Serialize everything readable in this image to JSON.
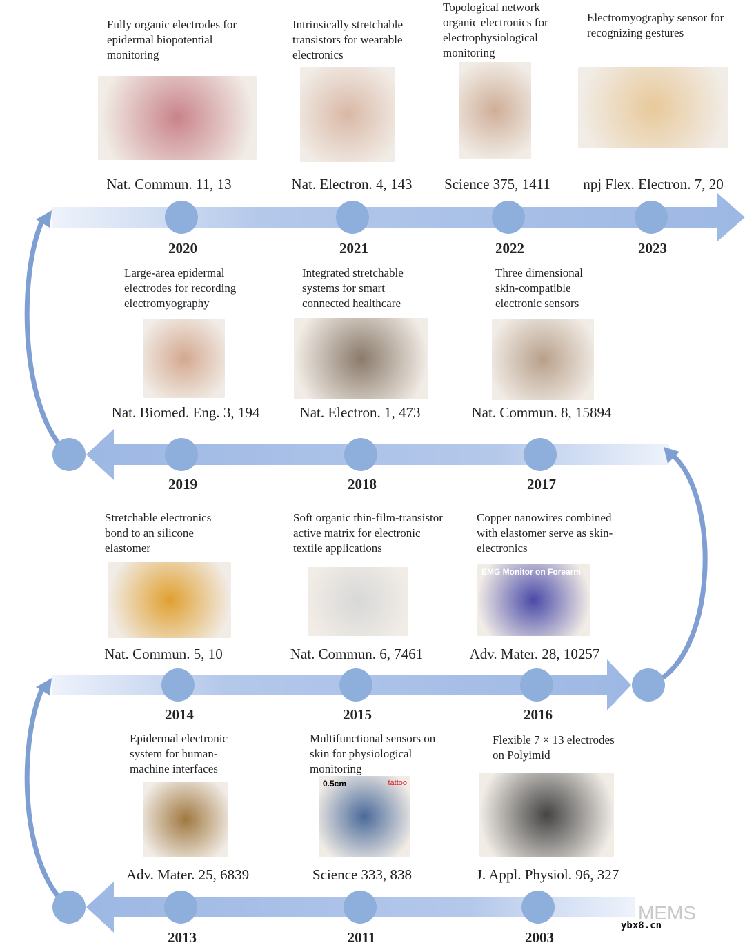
{
  "entries": [
    {
      "year": "2020",
      "caption": "Fully organic electrodes for epidermal biopotential monitoring",
      "ref": "Nat. Commun. 11, 13",
      "color": "#c9838a"
    },
    {
      "year": "2021",
      "caption": "Intrinsically stretchable transistors for wearable electronics",
      "ref": "Nat. Electron. 4, 143",
      "color": "#d9b8a6"
    },
    {
      "year": "2022",
      "caption": "Topological network organic electronics for electrophysiological monitoring",
      "ref": "Science 375, 1411",
      "color": "#cfae98"
    },
    {
      "year": "2023",
      "caption": "Electromyography sensor for recognizing gestures",
      "ref": "npj Flex. Electron. 7, 20",
      "color": "#e8c99a"
    },
    {
      "year": "2019",
      "caption": "Large-area epidermal electrodes for recording electromyography",
      "ref": "Nat. Biomed. Eng. 3, 194",
      "color": "#d4a890"
    },
    {
      "year": "2018",
      "caption": "Integrated stretchable systems for smart connected healthcare",
      "ref": "Nat. Electron. 1, 473",
      "color": "#8a7a6a"
    },
    {
      "year": "2017",
      "caption": "Three dimensional skin-compatible electronic sensors",
      "ref": "Nat. Commun. 8, 15894",
      "color": "#b8a08a"
    },
    {
      "year": "2014",
      "caption": "Stretchable electronics bond to an silicone elastomer",
      "ref": "Nat. Commun. 5, 10",
      "color": "#e0a030"
    },
    {
      "year": "2015",
      "caption": "Soft organic thin-film-transistor active matrix for electronic textile applications",
      "ref": "Nat. Commun. 6, 7461",
      "color": "#d8d8d8"
    },
    {
      "year": "2016",
      "caption": "Copper nanowires combined with elastomer serve as skin-electronics",
      "ref": "Adv. Mater. 28, 10257",
      "color": "#4a4aa8",
      "img_label": "EMG Monitor on Forearm"
    },
    {
      "year": "2013",
      "caption": "Epidermal electronic system for human-machine interfaces",
      "ref": "Adv. Mater. 25, 6839",
      "color": "#a07840"
    },
    {
      "year": "2011",
      "caption": "Multifunctional sensors on skin for physiological monitoring",
      "ref": "Science 333, 838",
      "color": "#4a6a9a",
      "img_label": "0.5cm",
      "img_label2": "tattoo"
    },
    {
      "year": "2003",
      "caption": "Flexible 7 × 13 electrodes on Polyimid",
      "ref": "J. Appl. Physiol. 96, 327",
      "color": "#444444"
    }
  ],
  "watermark": "MEMS",
  "site": "ybx8.cn",
  "colors": {
    "arrow": "#a9c0e6",
    "dot": "#8eaedc"
  }
}
